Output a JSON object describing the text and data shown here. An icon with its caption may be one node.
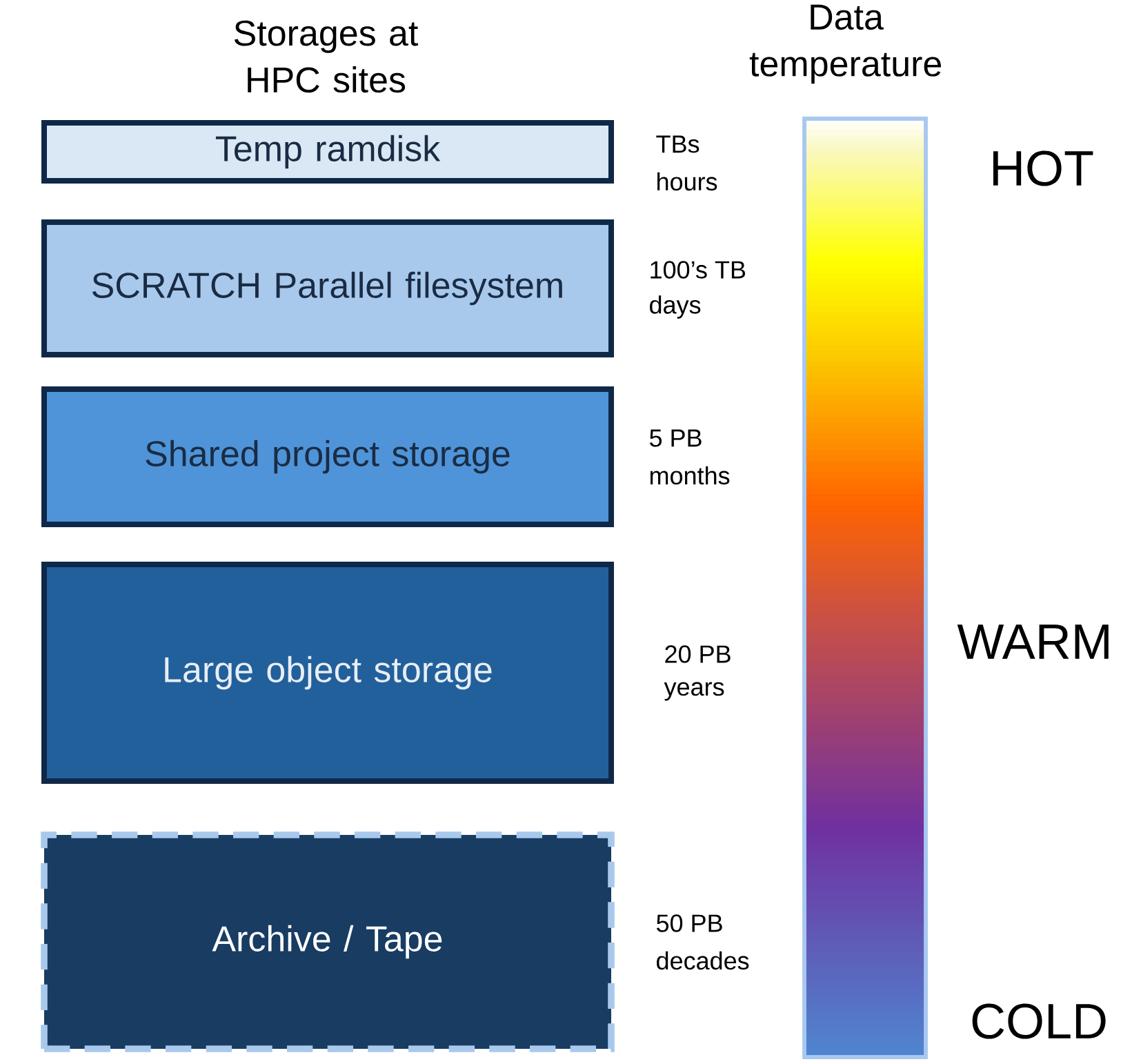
{
  "diagram": {
    "nodes": [
      {
        "text": [
          "Temp ramdisk"
        ],
        "beside": [
          "TBs",
          "hours"
        ]
      },
      {
        "text": [
          "SCRATCH Parallel filesystem"
        ],
        "beside": [
          "100’s TB",
          "days"
        ]
      },
      {
        "text": [
          "Shared project storage"
        ],
        "beside": [
          "5 PB",
          "months"
        ]
      },
      {
        "text": [
          "Large object storage"
        ],
        "beside": [
          "20 PB",
          "years"
        ]
      },
      {
        "text": [
          "Archive / Tape"
        ],
        "beside": [
          "50 PB",
          "decades"
        ]
      }
    ],
    "labels": [
      "Storages at HPC sites",
      "Data temperature",
      "HOT",
      "WARM",
      "COLD"
    ]
  }
}
